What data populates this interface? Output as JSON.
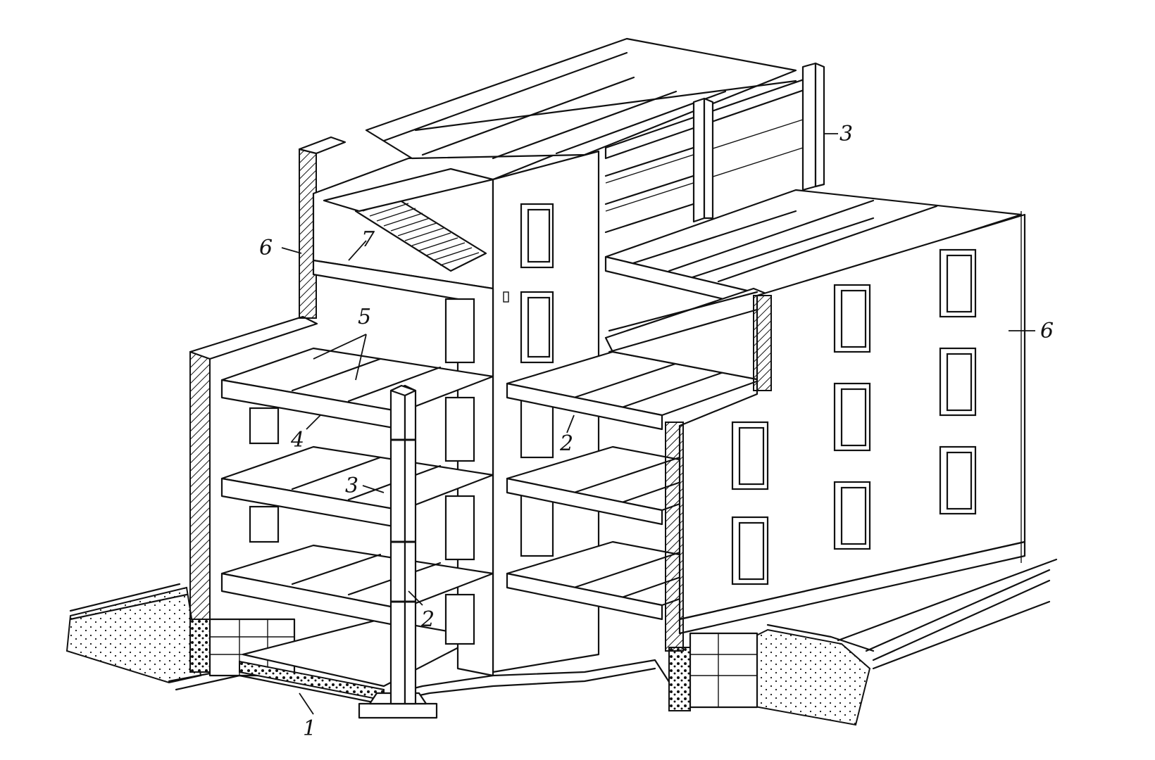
{
  "figure": {
    "callouts": [
      {
        "key": "c1",
        "text": "1"
      },
      {
        "key": "c2a",
        "text": "2"
      },
      {
        "key": "c2b",
        "text": "2"
      },
      {
        "key": "c3a",
        "text": "3"
      },
      {
        "key": "c3b",
        "text": "3"
      },
      {
        "key": "c4",
        "text": "4"
      },
      {
        "key": "c5",
        "text": "5"
      },
      {
        "key": "c6a",
        "text": "6"
      },
      {
        "key": "c6b",
        "text": "6"
      },
      {
        "key": "c7",
        "text": "7"
      }
    ]
  }
}
